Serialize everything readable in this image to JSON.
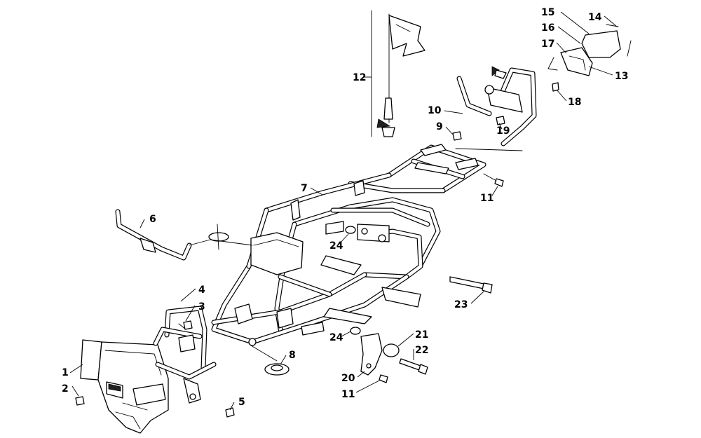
{
  "diagram": {
    "callouts": [
      "1",
      "2",
      "3",
      "4",
      "5",
      "6",
      "7",
      "8",
      "9",
      "10",
      "11",
      "11",
      "12",
      "13",
      "14",
      "15",
      "16",
      "17",
      "18",
      "19",
      "20",
      "21",
      "22",
      "23",
      "24",
      "24"
    ]
  }
}
